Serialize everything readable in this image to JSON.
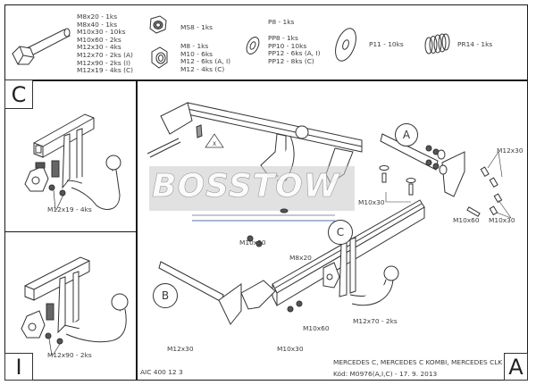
{
  "parts_header": {
    "bolts": [
      "M8x20 - 1ks",
      "M8x40 - 1ks",
      "M10x30 - 10ks",
      "M10x60 - 2ks",
      "M12x30 - 4ks",
      "M12x70 - 2ks (A)",
      "M12x90 - 2ks (I)",
      "M12x19 - 4ks (C)"
    ],
    "self_locking_nut": "MS8 - 1ks",
    "nuts": [
      "M8 - 1ks",
      "M10 - 6ks",
      "M12 - 6ks (A, I)",
      "M12 - 4ks (C)"
    ],
    "washer_p8": "P8 - 1ks",
    "spring_washers": [
      "PP8 - 1ks",
      "PP10 - 10ks",
      "PP12 - 6ks (A, I)",
      "PP12 - 8ks (C)"
    ],
    "large_washer": "P11 - 10ks",
    "spring": "PR14 - 1ks"
  },
  "variant_c": {
    "letter": "C",
    "bolt_callout": "M12x19 - 4ks"
  },
  "variant_i": {
    "letter": "I",
    "bolt_callout": "M12x90 - 2ks"
  },
  "main_assembly": {
    "callouts": {
      "a": "A",
      "b": "B",
      "c": "C",
      "x": "X"
    },
    "labels": {
      "m12x30_right": "M12x30",
      "m10x30_a": "M10x30",
      "m10x60_right": "M10x60",
      "m10x30_right": "M10x30",
      "m10x30_b_top": "M10x30",
      "m8x20": "M8x20",
      "m12x70": "M12x70 - 2ks",
      "m10x60_bottom": "M10x60",
      "m12x30_bottom": "M12x30",
      "m10x30_bottom": "M10x30"
    },
    "watermark": "BOSSTOW"
  },
  "footer": {
    "part_code": "AIC 400 12 3",
    "vehicles": "MERCEDES C, MERCEDES C KOMBI, MERCEDES CLK",
    "code_date": "Kód: M0976(A,I,C) - 17. 9. 2013",
    "variant_letter": "A"
  }
}
